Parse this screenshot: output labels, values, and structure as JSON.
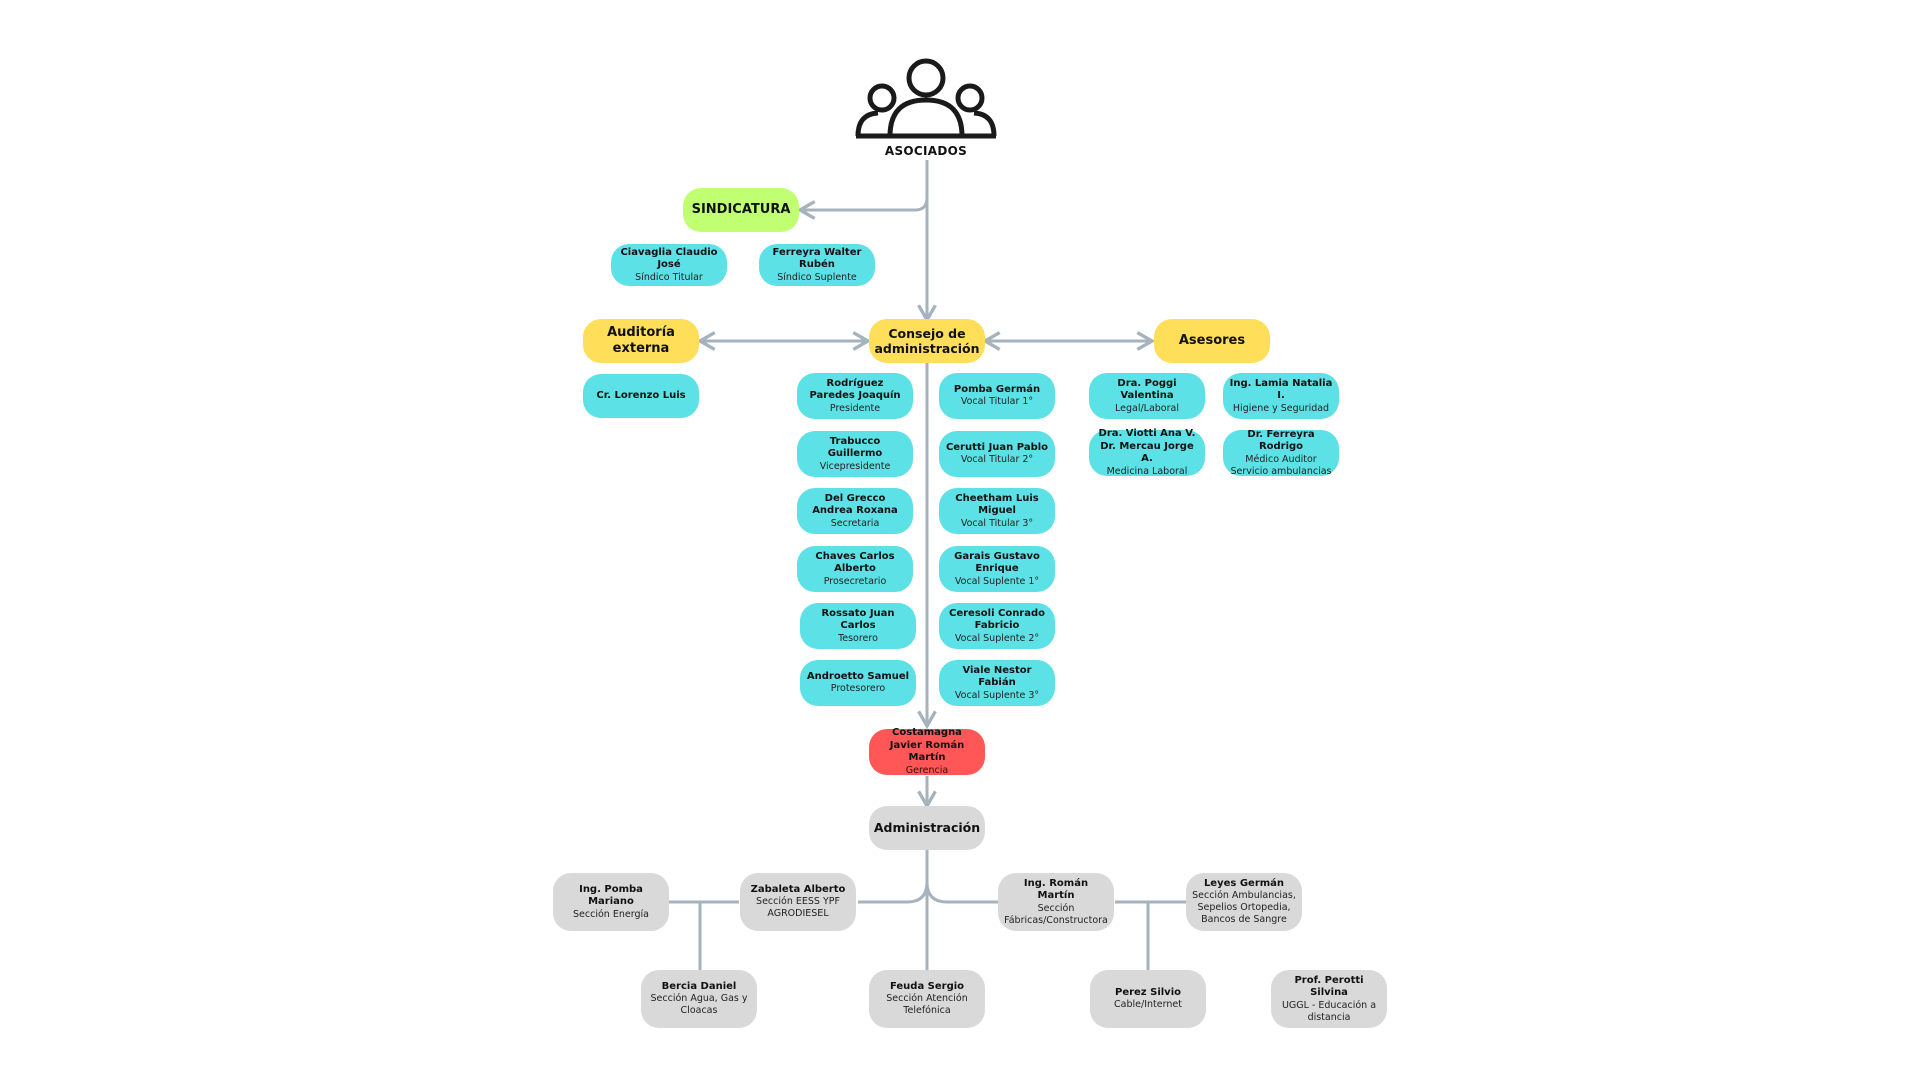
{
  "root": {
    "label": "ASOCIADOS",
    "icon": "people-group-icon"
  },
  "sindicatura": {
    "label": "SINDICATURA",
    "members": [
      {
        "name": "Ciavaglia Claudio José",
        "role": "Síndico Titular"
      },
      {
        "name": "Ferreyra Walter Rubén",
        "role": "Síndico Suplente"
      }
    ]
  },
  "auditoria": {
    "label": "Auditoría externa",
    "members": [
      {
        "name": "Cr. Lorenzo Luis",
        "role": ""
      }
    ]
  },
  "consejo": {
    "label": "Consejo de administración",
    "left": [
      {
        "name": "Rodríguez Paredes Joaquín",
        "role": "Presidente"
      },
      {
        "name": "Trabucco Guillermo",
        "role": "Vicepresidente"
      },
      {
        "name": "Del Grecco Andrea Roxana",
        "role": "Secretaria"
      },
      {
        "name": "Chaves Carlos Alberto",
        "role": "Prosecretario"
      },
      {
        "name": "Rossato Juan Carlos",
        "role": "Tesorero"
      },
      {
        "name": "Androetto Samuel",
        "role": "Protesorero"
      }
    ],
    "right": [
      {
        "name": "Pomba Germán",
        "role": "Vocal Titular 1°"
      },
      {
        "name": "Cerutti Juan Pablo",
        "role": "Vocal Titular 2°"
      },
      {
        "name": "Cheetham Luis Miguel",
        "role": "Vocal Titular 3°"
      },
      {
        "name": "Garais Gustavo Enrique",
        "role": "Vocal Suplente 1°"
      },
      {
        "name": "Ceresoli Conrado Fabricio",
        "role": "Vocal Suplente 2°"
      },
      {
        "name": "Viale Nestor Fabián",
        "role": "Vocal Suplente 3°"
      }
    ]
  },
  "asesores": {
    "label": "Asesores",
    "members": [
      {
        "name": "Dra. Poggi Valentina",
        "role": "Legal/Laboral"
      },
      {
        "name": "Ing. Lamia Natalia I.",
        "role": "Higiene y Seguridad"
      },
      {
        "name": "Dra. Viotti Ana V.\nDr. Mercau Jorge A.",
        "role": "Medicina Laboral"
      },
      {
        "name": "Dr. Ferreyra Rodrigo",
        "role": "Médico Auditor\nServicio ambulancias"
      }
    ]
  },
  "gerencia": {
    "name": "Costamagna Javier Román Martín",
    "role": "Gerencia"
  },
  "administracion": {
    "label": "Administración",
    "sections": [
      {
        "name": "Ing. Pomba Mariano",
        "role": "Sección Energía"
      },
      {
        "name": "Zabaleta Alberto",
        "role": "Sección EESS YPF AGRODIESEL"
      },
      {
        "name": "Ing. Román Martín",
        "role": "Sección Fábricas/Constructora"
      },
      {
        "name": "Leyes Germán",
        "role": "Sección Ambulancias, Sepelios Ortopedia, Bancos de Sangre"
      },
      {
        "name": "Bercia Daniel",
        "role": "Sección Agua, Gas y Cloacas"
      },
      {
        "name": "Feuda Sergio",
        "role": "Sección Atención Telefónica"
      },
      {
        "name": "Perez Silvio",
        "role": "Cable/Internet"
      },
      {
        "name": "Prof. Perotti Silvina",
        "role": "UGGL - Educación a distancia"
      }
    ]
  },
  "colors": {
    "member": "#5ce1e6",
    "group": "#ffde59",
    "sindicatura": "#c1ff72",
    "gerencia": "#ff5757",
    "administracion": "#d9d9d9",
    "connector": "#a6b3bd"
  }
}
